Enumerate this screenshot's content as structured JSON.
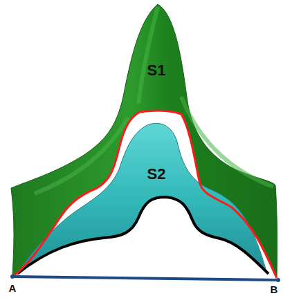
{
  "diagram": {
    "labels": [
      "S1",
      "S2",
      "A",
      "B"
    ]
  }
}
